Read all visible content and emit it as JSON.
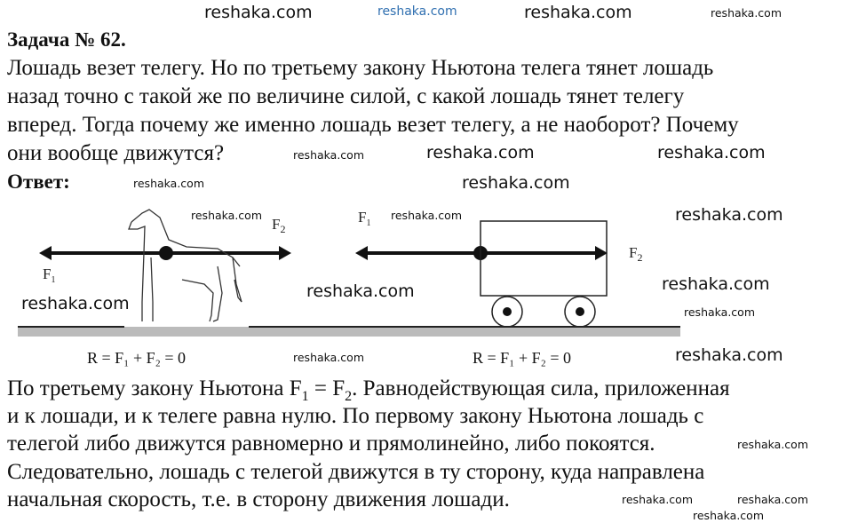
{
  "title": "Задача № 62.",
  "question_lines": [
    "Лошадь везет телегу. Но по третьему закону Ньютона телега тянет лошадь",
    "назад точно с такой же по величине силой, с какой лошадь тянет телегу",
    "вперед. Тогда почему же именно лошадь везет телегу, а не наоборот? Почему",
    "они вообще движутся?"
  ],
  "answer_label": "Ответ:",
  "diagram": {
    "f1": "F",
    "f1_sub": "1",
    "f2": "F",
    "f2_sub": "2",
    "equation": "R = F₁ + F₂ = 0"
  },
  "answer_first": {
    "a": "По третьему закону Ньютона F",
    "s1": "1",
    "b": " = F",
    "s2": "2",
    "c": ". Равнодействующая сила, приложенная"
  },
  "answer_lines": [
    "и к лошади, и к телеге равна нулю. По первому закону Ньютона лошадь с",
    "телегой либо движутся равномерно и прямолинейно, либо покоятся.",
    "Следовательно, лошадь с телегой движутся в ту сторону, куда направлена",
    "начальная скорость, т.е. в сторону движения лошади."
  ],
  "watermark": "reshaka.com"
}
